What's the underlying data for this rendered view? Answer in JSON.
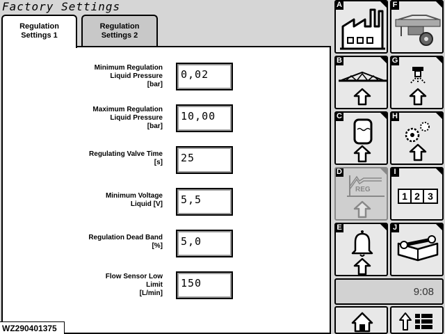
{
  "title": "Factory Settings",
  "tabs": [
    {
      "label_line1": "Regulation",
      "label_line2": "Settings 1"
    },
    {
      "label_line1": "Regulation",
      "label_line2": "Settings 2"
    }
  ],
  "fields": [
    {
      "line1": "Minimum Regulation",
      "line2": "Liquid Pressure",
      "line3": "[bar]",
      "value": "0,02"
    },
    {
      "line1": "Maximum Regulation",
      "line2": "Liquid Pressure",
      "line3": "[bar]",
      "value": "10,00"
    },
    {
      "line1": "Regulating Valve Time",
      "line2": "[s]",
      "value": "25"
    },
    {
      "line1": "Minimum Voltage",
      "line2": "Liquid [V]",
      "value": "5,5"
    },
    {
      "line1": "Regulation Dead Band",
      "line2": "[%]",
      "value": "5,0"
    },
    {
      "line1": "Flow Sensor Low",
      "line2": "Limit",
      "line3": "[L/min]",
      "value": "150"
    }
  ],
  "watermark": "WZ290401375",
  "softkeys": {
    "A": {
      "letter": "A",
      "icon": "factory-icon"
    },
    "B": {
      "letter": "B",
      "icon": "boom-icon"
    },
    "C": {
      "letter": "C",
      "icon": "tank-icon"
    },
    "D": {
      "letter": "D",
      "icon": "regulation-graph-icon",
      "graph_label": "REG"
    },
    "E": {
      "letter": "E",
      "icon": "alarm-bell-icon"
    },
    "F": {
      "letter": "F",
      "icon": "sprayer-machine-icon"
    },
    "G": {
      "letter": "G",
      "icon": "nozzle-icon"
    },
    "H": {
      "letter": "H",
      "icon": "gears-icon"
    },
    "I": {
      "letter": "I",
      "icon": "counter-icon",
      "digits": [
        "1",
        "2",
        "3"
      ]
    },
    "J": {
      "letter": "J",
      "icon": "manual-wrench-icon"
    }
  },
  "clock": "9:08",
  "bottom_buttons": {
    "home": "home-icon",
    "menu": "menu-up-icon"
  }
}
